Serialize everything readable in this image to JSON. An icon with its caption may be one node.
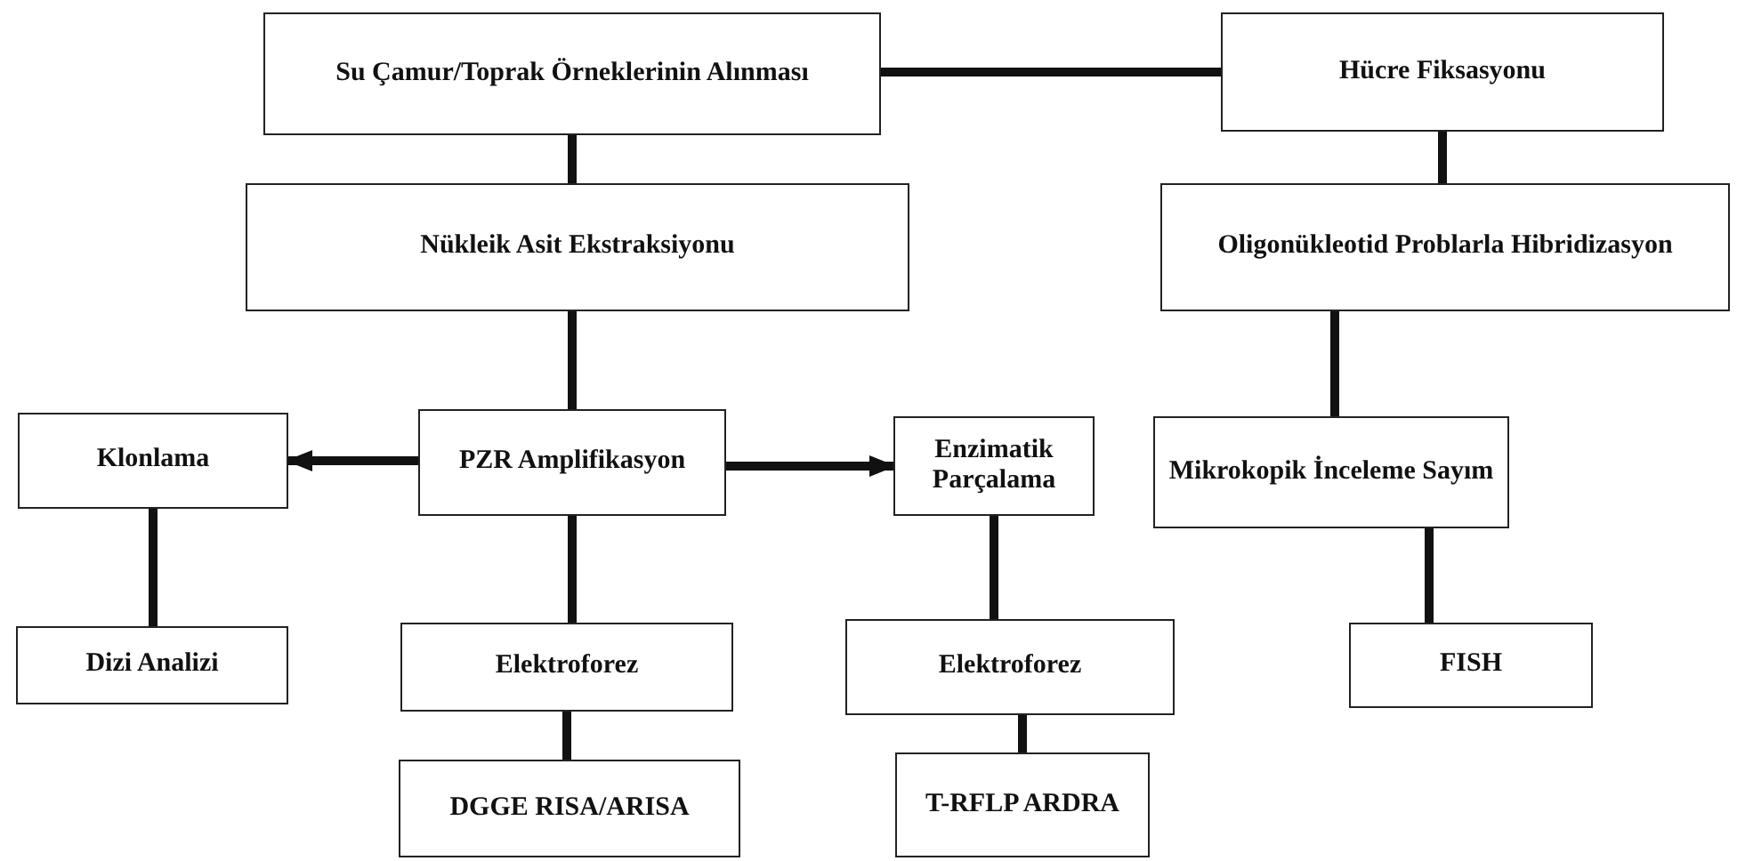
{
  "diagram": {
    "nodes": [
      {
        "text": [
          "Su Çamur/Toprak Örneklerinin Alınması"
        ]
      },
      {
        "text": [
          "Hücre Fiksasyonu"
        ]
      },
      {
        "text": [
          "Nükleik Asit Ekstraksiyonu"
        ]
      },
      {
        "text": [
          "Oligonükleotid Problarla Hibridizasyon"
        ]
      },
      {
        "text": [
          "Klonlama"
        ]
      },
      {
        "text": [
          "PZR Amplifikasyon"
        ]
      },
      {
        "text": [
          "Enzimatik Parçalama"
        ]
      },
      {
        "text": [
          "Mikrokopik İnceleme Sayım"
        ]
      },
      {
        "text": [
          "Dizi Analizi"
        ]
      },
      {
        "text": [
          "Elektroforez"
        ]
      },
      {
        "text": [
          "Elektroforez"
        ]
      },
      {
        "text": [
          "FISH"
        ]
      },
      {
        "text": [
          "DGGE RISA/ARISA"
        ]
      },
      {
        "text": [
          "T-RFLP ARDRA"
        ]
      }
    ],
    "edges": [
      {
        "from": 0,
        "to": 1,
        "arrow": "none"
      },
      {
        "from": 0,
        "to": 2,
        "arrow": "none"
      },
      {
        "from": 1,
        "to": 3,
        "arrow": "none"
      },
      {
        "from": 2,
        "to": 5,
        "arrow": "none"
      },
      {
        "from": 3,
        "to": 7,
        "arrow": "none"
      },
      {
        "from": 5,
        "to": 4,
        "arrow": "to"
      },
      {
        "from": 5,
        "to": 6,
        "arrow": "to"
      },
      {
        "from": 4,
        "to": 8,
        "arrow": "none"
      },
      {
        "from": 5,
        "to": 9,
        "arrow": "none"
      },
      {
        "from": 6,
        "to": 10,
        "arrow": "none"
      },
      {
        "from": 7,
        "to": 11,
        "arrow": "none"
      },
      {
        "from": 9,
        "to": 12,
        "arrow": "none"
      },
      {
        "from": 10,
        "to": 13,
        "arrow": "none"
      }
    ]
  }
}
